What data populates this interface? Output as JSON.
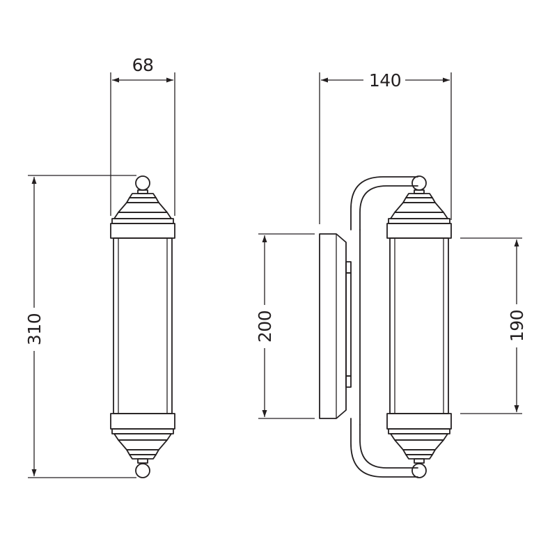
{
  "dimensions": {
    "front_width": "68",
    "front_height": "310",
    "side_depth": "140",
    "backplate_height": "200",
    "shade_height": "190"
  },
  "colors": {
    "line": "#231f20",
    "background": "#ffffff"
  }
}
